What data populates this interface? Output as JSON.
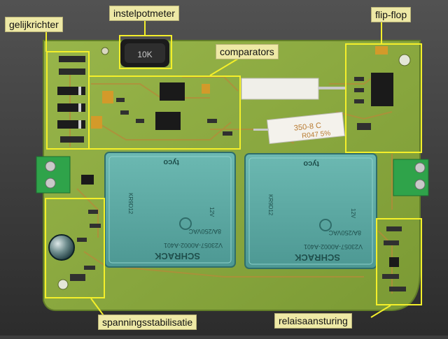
{
  "labels": {
    "gelijkrichter": "gelijkrichter",
    "instelpotmeter": "instelpotmeter",
    "comparators": "comparators",
    "flip_flop": "flip-flop",
    "spanningsstabilisatie": "spanningsstabilisatie",
    "relaisaansturing": "relaisaansturing"
  },
  "relays": [
    {
      "brand": "tyco",
      "maker": "SCHRACK",
      "part": "V23057-A0002-A401",
      "rating": "8A/250VAC",
      "coil": "12V",
      "code": "KR9D12"
    },
    {
      "brand": "tyco",
      "maker": "SCHRACK",
      "part": "V23057-A0002-A401",
      "rating": "8A/250VAC",
      "coil": "12V",
      "code": "KR9D12"
    }
  ],
  "resistor": {
    "line1": "350-8 C",
    "line2": "R047 5%"
  },
  "pot": {
    "marking": "10K"
  },
  "colors": {
    "board": "#8cab3e",
    "label_bg": "#eee9a6",
    "zone": "#f4ef2a",
    "relay": "#5aa8a3",
    "background": "#3d3d3d"
  }
}
